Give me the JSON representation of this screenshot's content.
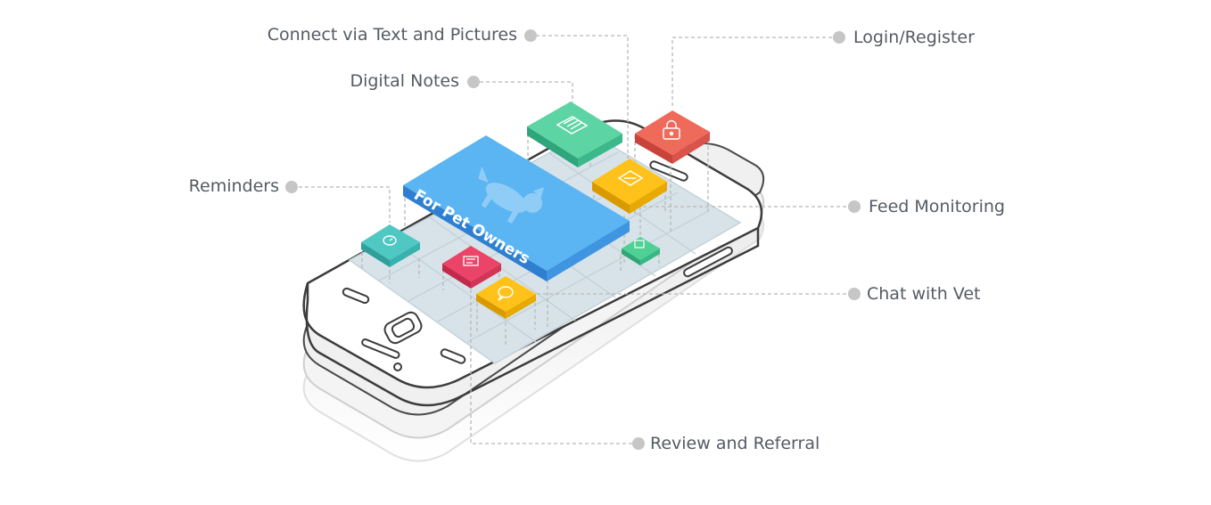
{
  "callouts": {
    "connect": "Connect via Text and Pictures",
    "notes": "Digital Notes",
    "reminders": "Reminders",
    "login": "Login/Register",
    "feed": "Feed Monitoring",
    "chat": "Chat with Vet",
    "review": "Review and Referral"
  },
  "banner": {
    "text": "For Pet Owners"
  },
  "colors": {
    "banner": "#5bb5f2",
    "green": "#5dd4a3",
    "red": "#ef6a5a",
    "yellow": "#ffc21a",
    "teal": "#4fc8c4",
    "pink": "#ec4468",
    "dot": "#c6c6c6",
    "leader": "#b8b8b8",
    "phone_outline": "#3c3c3c"
  },
  "icons": {
    "notes": "note-icon",
    "login": "lock-icon",
    "feed": "feed-icon",
    "reminders": "alarm-clock-icon",
    "review": "review-icon",
    "chat": "chat-bubble-icon",
    "connect": "message-icon",
    "banner": "dog-icon"
  }
}
